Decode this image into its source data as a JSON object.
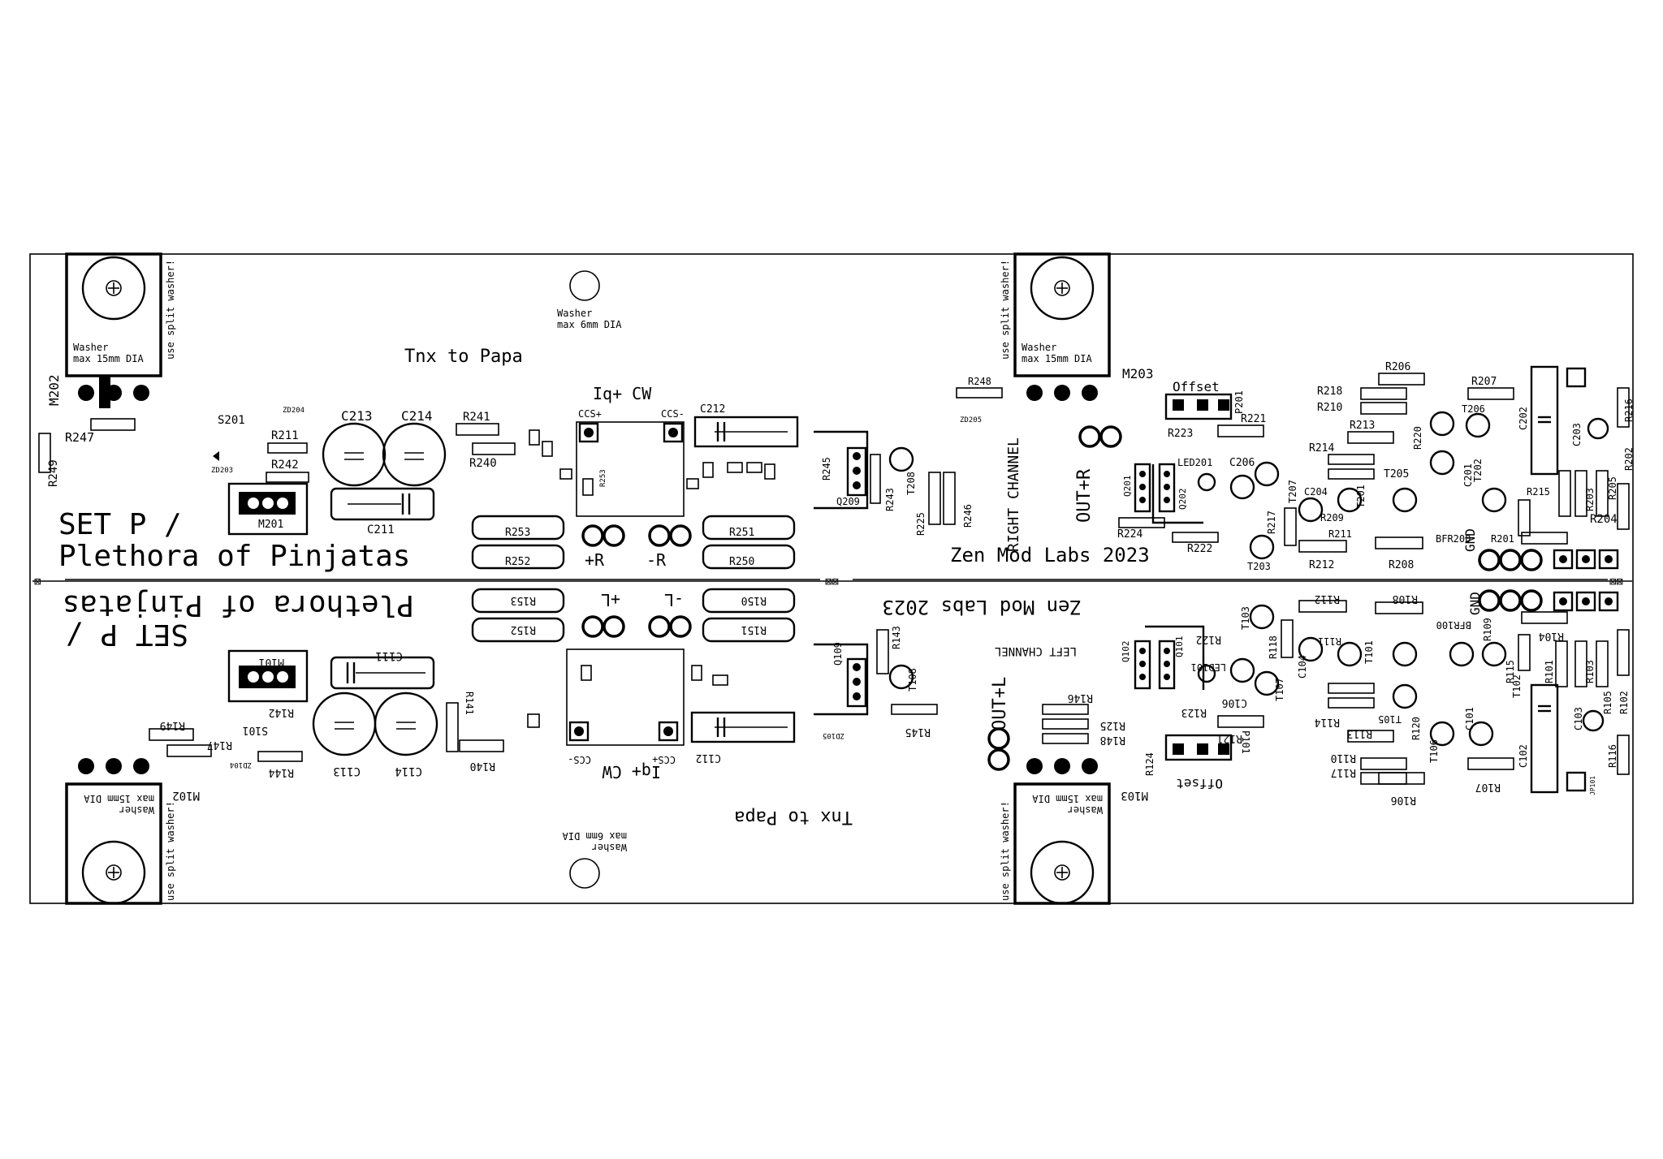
{
  "top": {
    "title_line1": "SET P /",
    "title_line2": "Plethora of Pinjatas",
    "thanks": "Tnx to Papa",
    "washer_center_l1": "Washer",
    "washer_center_l2": "max 6mm DIA",
    "washer_big_l1": "Washer",
    "washer_big_l2": "max 15mm DIA",
    "split_washer": "use split washer!",
    "iq_label": "Iq+ CW",
    "ccs_plus": "CCS+",
    "ccs_minus": "CCS-",
    "plus_r": "+R",
    "minus_r": "-R",
    "channel": "RIGHT CHANNEL",
    "out": "OUT+R",
    "offset": "Offset",
    "brand": "Zen Mod Labs 2023",
    "gnd": "GND",
    "refs": {
      "m202": "M202",
      "m201": "M201",
      "m203": "M203",
      "r247": "R247",
      "r249": "R249",
      "s201": "S201",
      "zd204": "ZD204",
      "zd203": "ZD203",
      "zd205": "ZD205",
      "r211": "R211",
      "r242": "R242",
      "c213": "C213",
      "c214": "C214",
      "c211": "C211",
      "r241": "R241",
      "r240": "R240",
      "c212": "C212",
      "r253": "R253",
      "r252": "R252",
      "r251": "R251",
      "r250": "R250",
      "r245": "R245",
      "q209": "Q209",
      "r243": "R243",
      "t208": "T208",
      "r225": "R225",
      "r246": "R246",
      "r248": "R248",
      "r224": "R224",
      "r222": "R222",
      "r223": "R223",
      "q201": "Q201",
      "q202": "Q202",
      "led201": "LED201",
      "c206": "C206",
      "p201": "P201",
      "r221": "R221",
      "r218": "R218",
      "r210": "R210",
      "r206": "R206",
      "r207": "R207",
      "r213": "R213",
      "r214": "R214",
      "r220": "R220",
      "t206": "T206",
      "t205": "T205",
      "c202": "C202",
      "c203": "C203",
      "r216": "R216",
      "r215": "R215",
      "r209": "R209",
      "r217": "R217",
      "t207": "T207",
      "t203": "T203",
      "r212": "R212",
      "r208": "R208",
      "bfr200": "BFR200",
      "r201": "R201",
      "r203": "R203",
      "r205": "R205",
      "r202": "R202",
      "c204": "C204",
      "t201": "T201",
      "t202": "T202",
      "c201": "C201",
      "r211b": "R211",
      "r204": "R204"
    }
  },
  "bottom": {
    "title_line1": "SET P /",
    "title_line2": "Plethora of Pinjatas",
    "thanks": "Tnx to Papa",
    "washer_center_l1": "Washer",
    "washer_center_l2": "max 6mm DIA",
    "washer_big_l1": "Washer",
    "washer_big_l2": "max 15mm DIA",
    "split_washer": "use split washer!",
    "iq_label": "Iq+ CW",
    "ccs_plus": "CCS+",
    "ccs_minus": "CCS-",
    "plus_l": "+L",
    "minus_l": "-L",
    "channel": "LEFT CHANNEL",
    "out": "OUT+L",
    "offset": "Offset",
    "brand": "Zen Mod Labs 2023",
    "gnd": "GND",
    "refs": {
      "m102": "M102",
      "m101": "M101",
      "m103": "M103",
      "r149": "R149",
      "r147": "R147",
      "r142": "R142",
      "s101": "S101",
      "zd104": "ZD104",
      "c113": "C113",
      "c114": "C114",
      "c111": "C111",
      "r144": "R144",
      "r141": "R141",
      "r140": "R140",
      "c112": "C112",
      "r153": "R153",
      "r152": "R152",
      "r150": "R150",
      "r151": "R151",
      "q109": "Q109",
      "r143": "R143",
      "t108": "T108",
      "r145": "R145",
      "zd105": "ZD105",
      "r146": "R146",
      "r125": "R125",
      "r148": "R148",
      "r124": "R124",
      "r122": "R122",
      "r123": "R123",
      "q101": "Q101",
      "q102": "Q102",
      "led101": "LED101",
      "c106": "C106",
      "p101": "P101",
      "r121": "R121",
      "r117": "R117",
      "r110": "R110",
      "r106": "R106",
      "r107": "R107",
      "r113": "R113",
      "r114": "R114",
      "r120": "R120",
      "t106": "T106",
      "t105": "T105",
      "c102": "C102",
      "c103": "C103",
      "r116": "R116",
      "r115": "R115",
      "r109": "R109",
      "r118": "R118",
      "t107": "T107",
      "t103": "T103",
      "r112": "R112",
      "r108": "R108",
      "bfr100": "BFR100",
      "r101": "R101",
      "r103": "R103",
      "r105": "R105",
      "r102": "R102",
      "c104": "C104",
      "t101": "T101",
      "t102": "T102",
      "c101": "C101",
      "r111": "R111",
      "r104": "R104",
      "jp101": "JP101"
    }
  }
}
